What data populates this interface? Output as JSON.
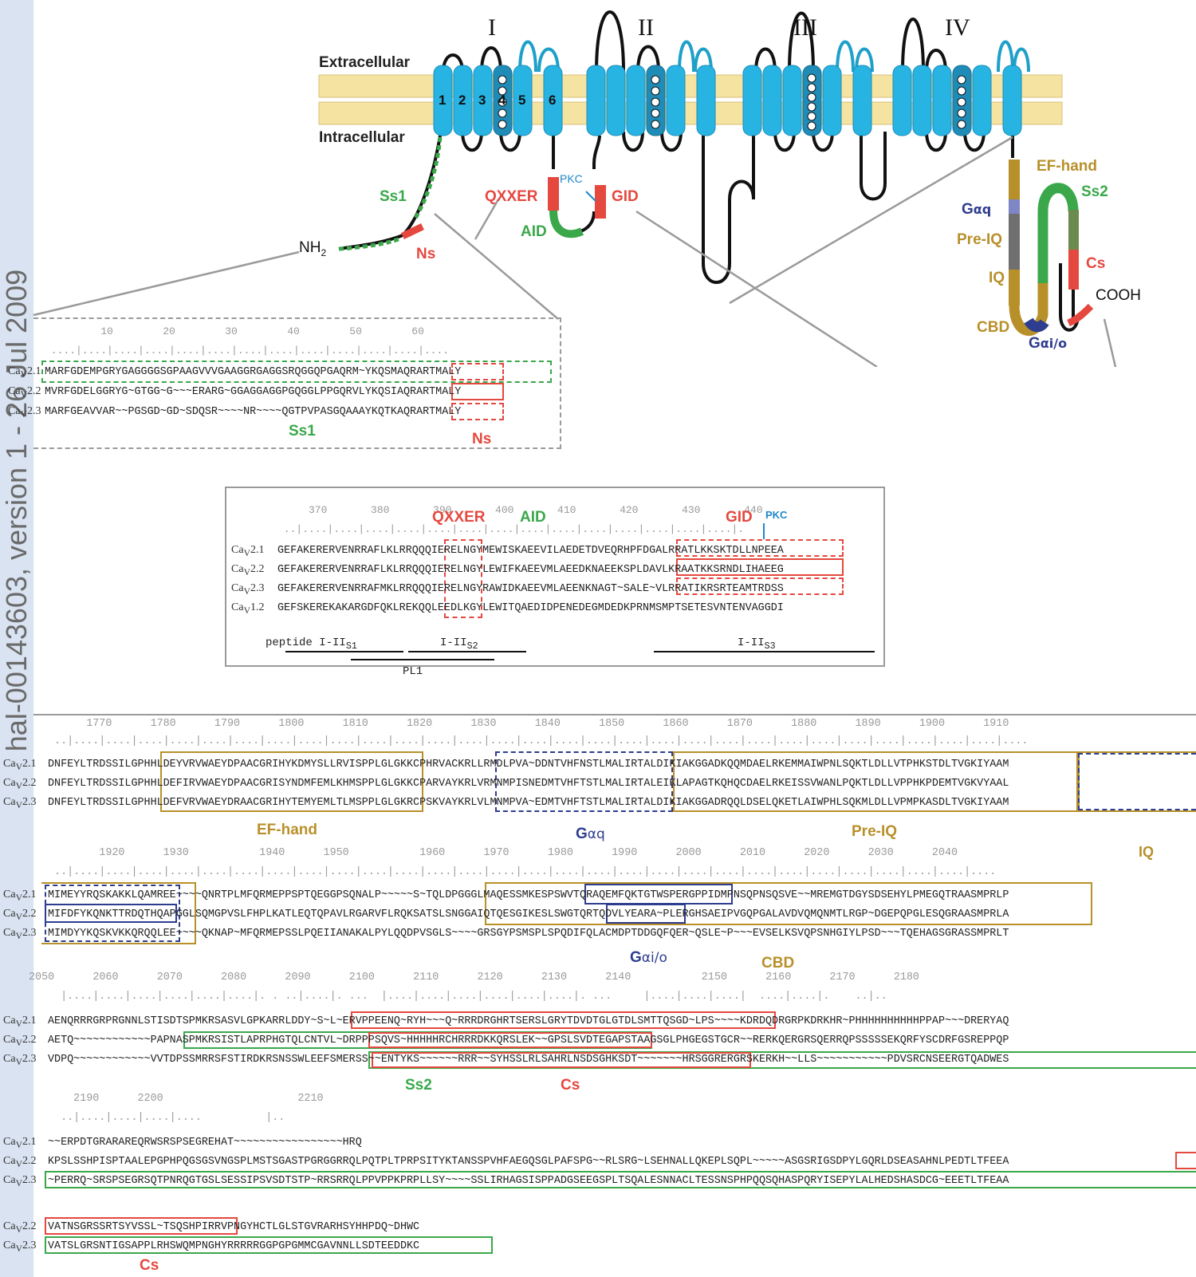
{
  "sidebar": {
    "watermark": "hal-00143603, version 1 - 26 Jul 2009"
  },
  "topology": {
    "extracellular": "Extracellular",
    "intracellular": "Intracellular",
    "domains": [
      "I",
      "II",
      "III",
      "IV"
    ],
    "segment_numbers": [
      "1",
      "2",
      "3",
      "4",
      "5",
      "6"
    ],
    "nh2": "NH",
    "nh2_sub": "2",
    "cooh": "COOH",
    "pkc": "PKC",
    "labels": {
      "ss1": "Ss1",
      "ns": "Ns",
      "qxxer": "QXXER",
      "aid": "AID",
      "gid": "GID",
      "ef_hand": "EF-hand",
      "ss2": "Ss2",
      "gaq_G": "G",
      "gaq_rest": "αq",
      "pre_iq": "Pre-IQ",
      "iq": "IQ",
      "cs": "Cs",
      "cbd": "CBD",
      "gaio_G": "G",
      "gaio_rest": "αi/o"
    },
    "colors": {
      "membrane": "#f5e3a1",
      "helix": "#27b4e3",
      "helix_dark": "#1f8cb8",
      "red": "#e5483f",
      "green": "#3aa84a",
      "gold": "#b8902a",
      "navy": "#2e3d8f"
    }
  },
  "nterm": {
    "ruler_nums": "         10        20        30        40        50        60",
    "ruler_ticks": " ....|....|....|....|....|....|....|....|....|....|....|....|....",
    "rows": [
      {
        "pre": "Ca",
        "sub": "V",
        "post": "2.1",
        "seq": "MARFGDEMPGRYGAGGGGSGPAAGVVVGAAGGRGAGGSRQGGQPGAQRM~YKQSMAQRARTMALY"
      },
      {
        "pre": "Ca",
        "sub": "V",
        "post": "2.2",
        "seq": "MVRFGDELGGRYG~GTGG~G~~~ERARG~GGAGGAGGPGQGGLPPGQRVLYKQSIAQRARTMALY"
      },
      {
        "pre": "Ca",
        "sub": "V",
        "post": "2.3",
        "seq": "MARFGEAVVAR~~PGSGD~GD~SDQSR~~~~NR~~~~QGTPVPASGQAAAYKQTKAQRARTMALY"
      }
    ],
    "label_ss1": "Ss1",
    "label_ns": "Ns"
  },
  "loop": {
    "ruler_nums": "     370       380       390       400       410       420       430       440",
    "ruler_ticks": " ..|....|....|....|....|....|....|....|....|....|....|....|....|....|....|.",
    "label_qxxer": "QXXER",
    "label_aid": "AID",
    "label_gid": "GID",
    "label_pkc": "PKC",
    "rows": [
      {
        "pre": "Ca",
        "sub": "V",
        "post": "2.1",
        "seq": "GEFAKERERVENRRAFLKLRRQQQIERELNGYMEWISKAEEVILAEDETDVEQRHPFDGALRRATLKKSKTDLLNPEEA"
      },
      {
        "pre": "Ca",
        "sub": "V",
        "post": "2.2",
        "seq": "GEFAKERERVENRRAFLKLRRQQQIERELNGYLEWIFKAEEVMLAEEDKNAEEKSPLDAVLKRAATKKSRNDLIHAEEG"
      },
      {
        "pre": "Ca",
        "sub": "V",
        "post": "2.3",
        "seq": "GEFAKERERVENRRAFMKLRRQQQIERELNGYRAWIDKAEEVMLAEENKNAGT~SALE~VLRRATIKRSRTEAMTRDSS"
      },
      {
        "pre": "Ca",
        "sub": "V",
        "post": "1.2",
        "seq": "GEFSKEREKAKARGDFQKLREKQQLEEDLKGYLEWITQAEDIDPENEDEGMDEDKPRNMSMPTSETESVNTENVAGGDI"
      }
    ],
    "peptide": "peptide I-II",
    "s1": "S1",
    "s2": "S2",
    "s3": "S3",
    "iii": "I-II",
    "pl1": "PL1"
  },
  "cterm": {
    "b1": {
      "ruler_nums": "      1770      1780      1790      1800      1810      1820      1830      1840      1850      1860      1870      1880      1890      1900      1910",
      "ruler_ticks": " ..|....|....|....|....|....|....|....|....|....|....|....|....|....|....|....|....|....|....|....|....|....|....|....|....|....|....|....|....|....|....",
      "rows": [
        {
          "pre": "Ca",
          "sub": "V",
          "post": "2.1",
          "seq": "DNFEYLTRDSSILGPHHLDEYVRVWAEYDPAACGRIHYKDMYSLLRVISPPLGLGKKCPHRVACKRLLRMDLPVA~DDNTVHFNSTLMALIRTALDIKIAKGGADKQQMDAELRKEMMAIWPNLSQKTLDLLVTPHKSTDLTVGKIYAAM"
        },
        {
          "pre": "Ca",
          "sub": "V",
          "post": "2.2",
          "seq": "DNFEYLTRDSSILGPHHLDEFIRVWAEYDPAACGRISYNDMFEMLKHMSPPLGLGKKCPARVAYKRLVRMNMPISNEDMTVHFTSTLMALIRTALEIKLAPAGTKQHQCDAELRKEISSVWANLPQKTLDLLVPPHKPDEMTVGKVYAAL"
        },
        {
          "pre": "Ca",
          "sub": "V",
          "post": "2.3",
          "seq": "DNFEYLTRDSSILGPHHLDEFVRVWAEYDRAACGRIHYTEMYEMLTLMSPPLGLGKRCPSKVAYKRLVLMNMPVA~EDMTVHFTSTLMALIRTALDIKIAKGGADRQQLDSELQKETLAIWPHLSQKMLDLLVPMPKASDLTVGKIYAAM"
        }
      ],
      "label_ef": "EF-hand",
      "label_gaq_G": "G",
      "label_gaq_rest": "αq",
      "label_preiq": "Pre-IQ"
    },
    "b2": {
      "ruler_nums": "        1920      1930           1940      1950           1960      1970      1980      1990      2000      2010      2020      2030      2040",
      "ruler_ticks": " ..|....|....|....|....|....|....|....|....|....|....|....|....|....|....|....|....|....|....|....|....|....|....|....|....|....|....|....|....|....",
      "label_iq": "IQ",
      "rows": [
        {
          "pre": "Ca",
          "sub": "V",
          "post": "2.1",
          "seq": "MIMEYYRQSKAKKLQAMREE~~~~QNRTPLMFQRMEPPSPTQEGGPSQNALP~~~~~S~TQLDPGGGLMAQESSMKESPSWVTQRAQEMFQKTGTWSPERGPPIDMPNSQPNSQSVE~~MREMGTDGYSDSEHYLPMEGQTRAASMPRLP"
        },
        {
          "pre": "Ca",
          "sub": "V",
          "post": "2.2",
          "seq": "MIFDFYKQNKTTRDQTHQAPGGLSQMGPVSLFHPLKATLEQTQPAVLRGARVFLRQKSATSLSNGGAIQTQESGIKESLSWGTQRTQDVLYEARA~PLERGHSAEIPVGQPGALAVDVQMQNMTLRGP~DGEPQPGLESQGRAASMPRLA"
        },
        {
          "pre": "Ca",
          "sub": "V",
          "post": "2.3",
          "seq": "MIMDYYKQSKVKKQRQQLEE~~~~QKNAP~MFQRMEPSSLPQEIIANAKALPYLQQDPVSGLS~~~~GRSGYPSMSPLSPQDIFQLACMDPTDDGQFQER~QSLE~P~~~EVSELKSVQPSNHGIYLPSD~~~TQEHAGSGRASSMPRLT"
        }
      ],
      "label_gaio_G": "G",
      "label_gaio_rest": "αi/o",
      "label_cbd": "CBD"
    },
    "b3": {
      "ruler_nums": "2050      2060      2070      2080      2090      2100      2110      2120      2130      2140           2150      2160      2170      2180",
      "ruler_ticks": "  |....|....|....|....|....|....|. . ..|....|. ...  |....|....|....|....|....|....|. ...     |....|....|....|  ....|....|.    ..|..",
      "rows": [
        {
          "pre": "Ca",
          "sub": "V",
          "post": "2.1",
          "seq": "AENQRRRGRPRGNNLSTISDTSPMKRSASVLGPKARRLDDY~S~L~ERVPPEENQ~RYH~~~Q~RRRDRGHRTSERSLGRYTDVDTGLGTDLSMTTQSGD~LPS~~~~KDRDQDRGRPKDRKHR~PHHHHHHHHHHPPAP~~~DRERYAQ"
        },
        {
          "pre": "Ca",
          "sub": "V",
          "post": "2.2",
          "seq": "AETQ~~~~~~~~~~~~PAPNASPMKRSISTLAPRPHGTQLCNTVL~DRPPPSQVS~HHHHHRCHRRRDKKQRSLEK~~GPSLSVDTEGAPSTAAGSGLPHGEGSTGCR~~RERKQERGRSQERRQPSSSSSEKQRFYSCDRFGSREPPQP"
        },
        {
          "pre": "Ca",
          "sub": "V",
          "post": "2.3",
          "seq": "VDPQ~~~~~~~~~~~~VVTDPSSMRRSFSTIRDKRSNSSWLEEFSMERSS~~ENTYKS~~~~~~RRR~~SYHSSLRLSAHRLNSDSGHKSDT~~~~~~~HRSGGRERGRSKERKH~~LLS~~~~~~~~~~~PDVSRCNSEERGTQADWES"
        }
      ],
      "label_ss2": "Ss2",
      "label_cs": "Cs"
    },
    "b4": {
      "ruler_nums": "    2190      2200                     2210",
      "ruler_ticks": "  ..|....|....|....|....          |..",
      "rows": [
        {
          "pre": "Ca",
          "sub": "V",
          "post": "2.1",
          "seq": "~~ERPDTGRARAREQRWSRSPSEGREHAT~~~~~~~~~~~~~~~~~HRQ"
        },
        {
          "pre": "Ca",
          "sub": "V",
          "post": "2.2",
          "seq": "KPSLSSHPISPTAALEPGPHPQGSGSVNGSPLMSTSGASTPGRGGRRQLPQTPLTPRPSITYKTANSSPVHFAEGQSGLPAFSPG~~RLSRG~LSEHNALLQKEPLSQPL~~~~~ASGSRIGSDPYLGQRLDSEASAHNLPEDTLTFEEA"
        },
        {
          "pre": "Ca",
          "sub": "V",
          "post": "2.3",
          "seq": "~PERRQ~SRSPSEGRSQTPNRQGTGSLSESSIPSVSDTSTP~RRSRRQLPPVPPKPRPLLSY~~~~SSLIRHAGSISPPADGSEEGSPLTSQALESNNACLTESSNSPHPQQSQHASPQRYISEPYLALHEDSHASDCG~EEETLTFEAA"
        }
      ]
    },
    "b5": {
      "rows": [
        {
          "pre": "Ca",
          "sub": "V",
          "post": "2.2",
          "seq": "VATNSGRSSRTSYVSSL~TSQSHPIRRVPNGYHCTLGLSTGVRARHSYHHPDQ~DHWC"
        },
        {
          "pre": "Ca",
          "sub": "V",
          "post": "2.3",
          "seq": "VATSLGRSNTIGSAPPLRHSWQMPNGHYRRRRRGGPGPGMMCGAVNNLLSDTEEDDKC"
        }
      ],
      "label_cs": "Cs"
    }
  }
}
